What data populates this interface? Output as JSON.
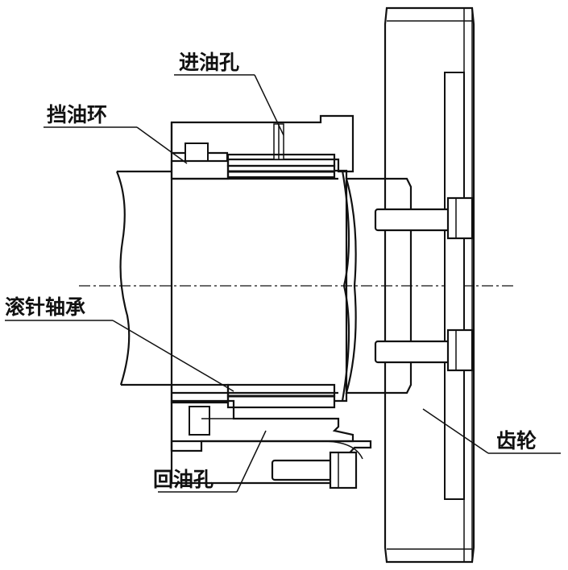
{
  "labels": {
    "oil_inlet": "进油孔",
    "oil_ring": "挡油环",
    "needle_bearing": "滚针轴承",
    "oil_return": "回油孔",
    "gear": "齿轮"
  }
}
